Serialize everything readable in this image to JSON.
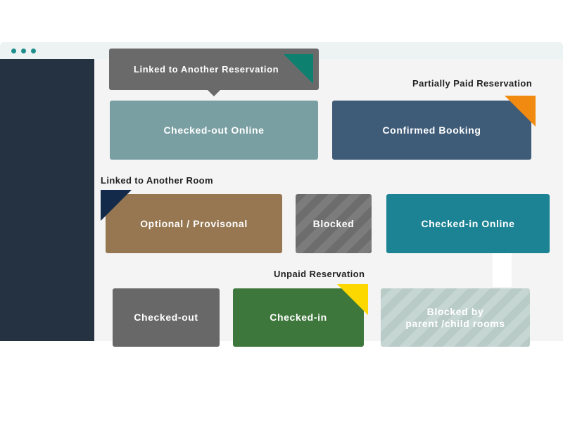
{
  "window": {
    "dots": [
      "window-dot",
      "window-dot",
      "window-dot"
    ]
  },
  "labels": {
    "linked_reservation": "Linked to Another Reservation",
    "partially_paid": "Partially Paid Reservation",
    "linked_room": "Linked to Another Room",
    "unpaid": "Unpaid Reservation"
  },
  "blocks": {
    "checked_out_online": "Checked-out Online",
    "confirmed_booking": "Confirmed Booking",
    "optional_provisional": "Optional / Provisonal",
    "blocked": "Blocked",
    "checked_in_online": "Checked-in Online",
    "checked_out": "Checked-out",
    "checked_in": "Checked-in",
    "blocked_parent_line1": "Blocked by",
    "blocked_parent_line2": "parent /child rooms"
  },
  "colors": {
    "sidebar": "#253241",
    "checked_out_online": "#7a9fa2",
    "confirmed_booking": "#3e5b78",
    "optional_provisional": "#967752",
    "blocked": "#6d6d6d",
    "checked_in_online": "#1c8394",
    "checked_out": "#686868",
    "checked_in": "#3e773c",
    "blocked_parent": "#b8cbc6",
    "corner_linked_reservation": "#0e8070",
    "corner_partially_paid": "#f08a10",
    "corner_linked_room": "#142a4a",
    "corner_unpaid": "#fcd800"
  }
}
